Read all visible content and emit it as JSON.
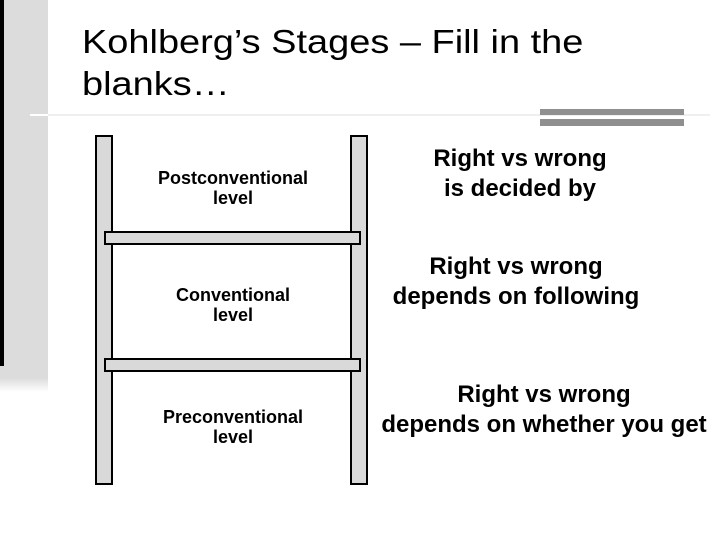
{
  "slide": {
    "title": "Kohlberg’s Stages – Fill in the\nblanks…"
  },
  "ladder": {
    "levels": [
      {
        "id": "postconventional",
        "lines": [
          "Postconventional",
          "level"
        ]
      },
      {
        "id": "conventional",
        "lines": [
          "Conventional",
          "level"
        ]
      },
      {
        "id": "preconventional",
        "lines": [
          "Preconventional",
          "level"
        ]
      }
    ]
  },
  "descriptions": [
    {
      "lines": [
        "Right vs wrong",
        "is decided by"
      ]
    },
    {
      "lines": [
        "Right vs wrong",
        "depends on following"
      ]
    },
    {
      "lines": [
        "Right vs wrong",
        "depends on whether you get"
      ]
    }
  ],
  "colors": {
    "background": "#ffffff",
    "sidebar": "#dcdcdc",
    "edge_line": "#000000",
    "ladder_fill": "#d9d9d9",
    "ladder_border": "#000000",
    "accent_bars": "#8f8f8f",
    "divider_line": "#efefef",
    "text": "#000000"
  }
}
